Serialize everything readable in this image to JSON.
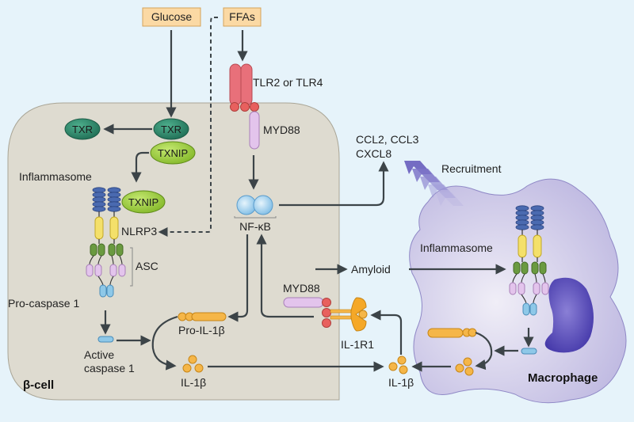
{
  "inputs": {
    "glucose": "Glucose",
    "ffas": "FFAs"
  },
  "receptors": {
    "tlr": "TLR2 or TLR4",
    "myd88_top": "MYD88",
    "myd88_bottom": "MYD88",
    "il1r1": "IL-1R1"
  },
  "beta_cell": {
    "title": "β-cell",
    "txr_left": "TXR",
    "txr_right": "TXR",
    "txnip_top": "TXNIP",
    "txnip_bound": "TXNIP",
    "inflammasome": "Inflammasome",
    "nlrp3": "NLRP3",
    "asc": "ASC",
    "pro_caspase": "Pro-caspase 1",
    "active_caspase_line1": "Active",
    "active_caspase_line2": "caspase 1",
    "nfkb": "NF-κB",
    "pro_il1b": "Pro-IL-1β",
    "il1b": "IL-1β"
  },
  "extracellular": {
    "chemokines_line1": "CCL2, CCL3",
    "chemokines_line2": "CXCL8",
    "recruitment": "Recruitment",
    "amyloid": "Amyloid",
    "il1b": "IL-1β"
  },
  "macrophage": {
    "title": "Macrophage",
    "inflammasome": "Inflammasome"
  },
  "colors": {
    "background": "#e6f3fa",
    "beta_cell_fill": "#dedbd0",
    "input_box": "#fbd9a4",
    "txr": "#2e8a6c",
    "txnip": "#9ccc3a",
    "tlr": "#e8707a",
    "myd88": "#e3c4ec",
    "nfkb": "#9fd0ee",
    "nlrp3_stack": "#4a6ab0",
    "nlrp3_body": "#f4e06a",
    "asc": "#6a9a40",
    "caspase": "#8ec8e8",
    "il1b": "#f5b648",
    "macrophage_fill": "#c9c5e6",
    "nucleus": "#5a4db5"
  }
}
